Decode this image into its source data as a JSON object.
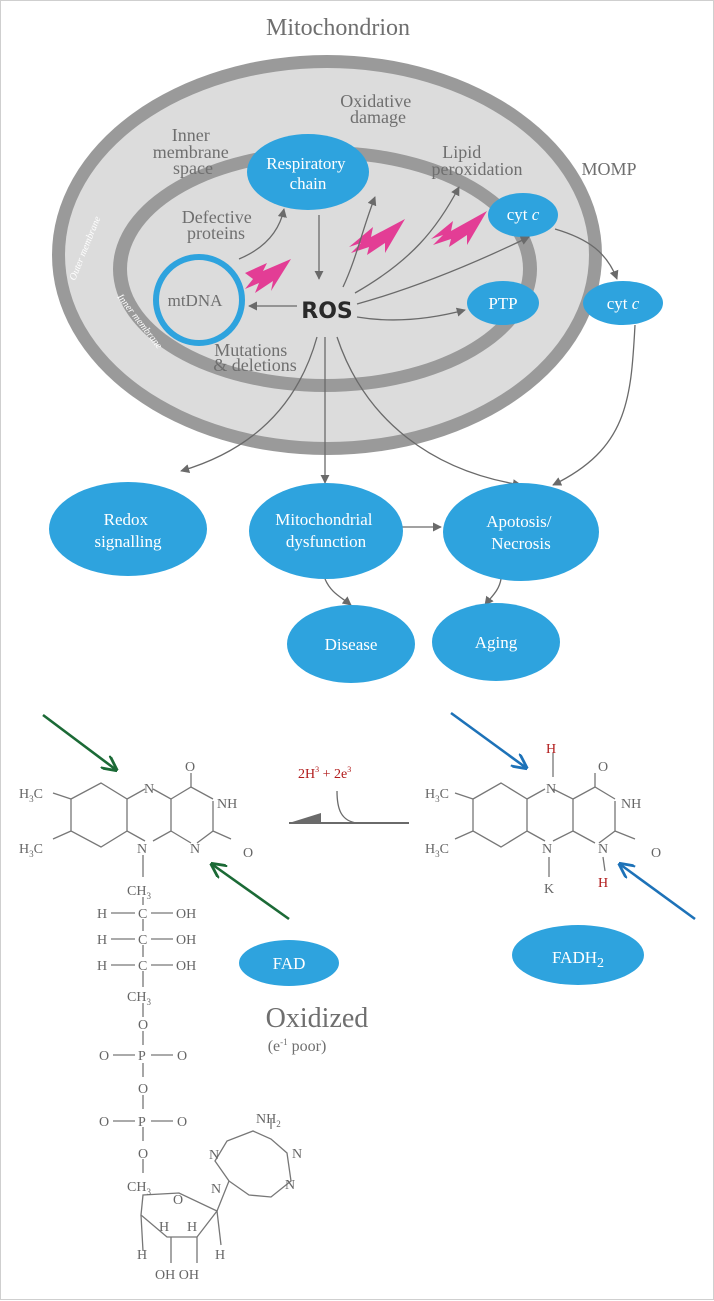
{
  "colors": {
    "node_blue": "#2ea3de",
    "membrane_gray": "#9a9a9a",
    "matrix_gray": "#dcdcdc",
    "ros_burst_pink": "#e33d95",
    "arrow_green": "#1b6a36",
    "arrow_blue": "#1d72b8",
    "electron_red": "#b11a1a"
  },
  "top": {
    "title": "Mitochondrion",
    "labels": {
      "oxidative_damage": [
        "Oxidative",
        "damage"
      ],
      "inner_membrane_space": [
        "Inner",
        "membrane",
        "space"
      ],
      "lipid_peroxidation": [
        "Lipid",
        "peroxidation"
      ],
      "momp": "MOMP",
      "defective_proteins": [
        "Defective",
        "proteins"
      ],
      "outer_membrane": "Outer membrane",
      "inner_membrane": "Inner membrane",
      "mutations_deletions": [
        "Mutations",
        "& deletions"
      ],
      "ros": "ROS",
      "mtdna": "mtDNA"
    },
    "nodes": {
      "respiratory_chain": [
        "Respiratory",
        "chain"
      ],
      "cyt_c_inner": [
        "cyt ",
        "c"
      ],
      "cyt_c_outer": [
        "cyt ",
        "c"
      ],
      "ptp": "PTP",
      "redox": [
        "Redox",
        "signalling"
      ],
      "mito_dysfunction": [
        "Mitochondrial",
        "dysfunction"
      ],
      "apoptosis": [
        "Apotosis/",
        "Necrosis"
      ],
      "disease": "Disease",
      "aging": "Aging"
    }
  },
  "bottom": {
    "reaction": {
      "reagent": [
        "2H",
        "3",
        " + 2e",
        "3"
      ]
    },
    "fad_label": "FAD",
    "fadh2_label": [
      "FADH",
      "2"
    ],
    "oxidized": "Oxidized",
    "oxidized_sub": [
      "(e",
      "-1",
      " poor)"
    ],
    "atoms": {
      "h3c": [
        "H",
        "3",
        "C"
      ],
      "nh": "NH",
      "n": "N",
      "o": "O",
      "h": "H",
      "k": "K",
      "ch2": [
        "CH",
        "3"
      ],
      "c": "C",
      "oh": "OH",
      "p": "P",
      "nh2": [
        "NH",
        "2"
      ],
      "ohoh": "OH OH"
    }
  }
}
